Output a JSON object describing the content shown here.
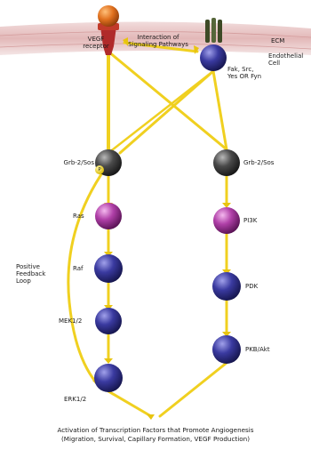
{
  "membrane": {
    "vegf_receptor": "VEGF\nreceptor",
    "interaction": "Interaction of\nSignaling Pathways",
    "ecm": "ECM",
    "endothelial_cell": "Endothelial\nCell",
    "fak_group": "Fak, Src,\nYes OR Fyn"
  },
  "left_pathway": {
    "grb2": "Grb-2/Sos",
    "phospho": "P",
    "ras": "Ras",
    "raf": "Raf",
    "mek": "MEK1/2",
    "erk": "ERK1/2",
    "feedback": "Positive\nFeedback\nLoop"
  },
  "right_pathway": {
    "grb2": "Grb-2/Sos",
    "pi3k": "PI3K",
    "pdk": "PDK",
    "pkb": "PKB/Akt"
  },
  "footer": {
    "line1": "Activation of Transcription Factors that Promote Angiogenesis",
    "line2": "(Migration, Survival, Capillary Formation, VEGF Production)"
  },
  "colors": {
    "arrow": "#f2d21a",
    "membrane": "#e8c4c4",
    "gray_node": "#3a3a3a",
    "purple_node": "#b040a8",
    "blue_node": "#3a3a9a",
    "receptor_orange": "#e0701e",
    "receptor_red": "#b02a2a",
    "integrin_green": "#4a5a30"
  }
}
